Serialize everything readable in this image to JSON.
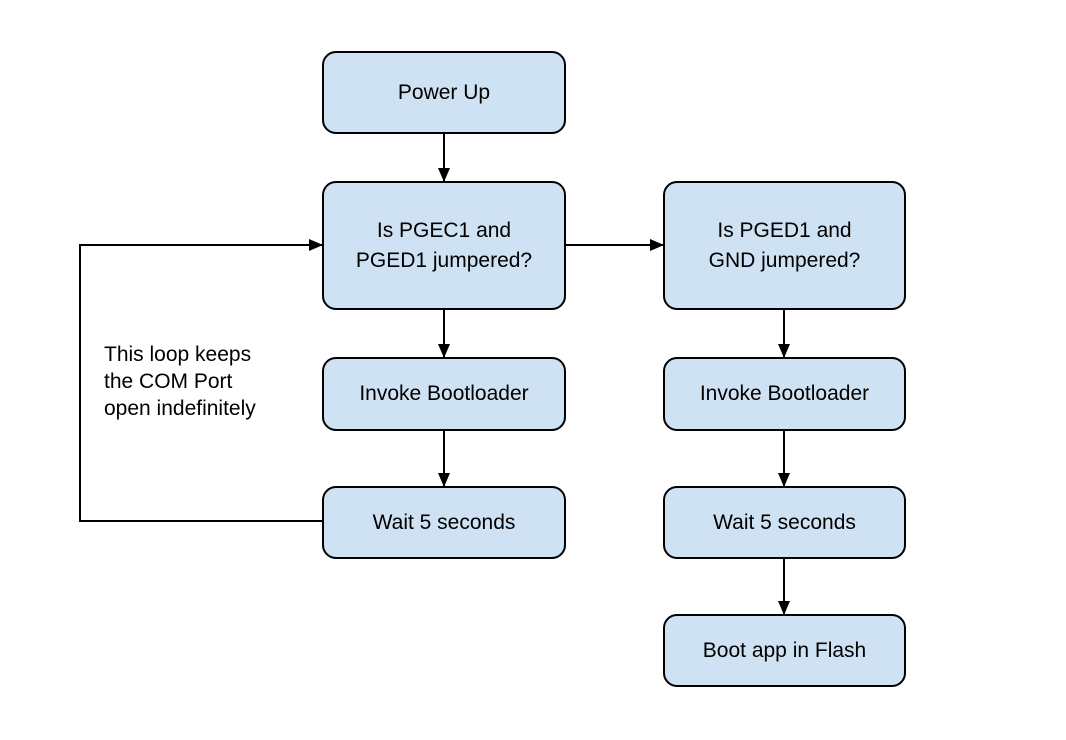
{
  "colors": {
    "node_fill": "#cfe2f3",
    "stroke": "#000000",
    "background": "#ffffff"
  },
  "nodes": {
    "power_up": {
      "lines": [
        "Power Up"
      ]
    },
    "check_pgec1": {
      "lines": [
        "Is PGEC1 and",
        "PGED1 jumpered?"
      ]
    },
    "check_pged1": {
      "lines": [
        "Is PGED1 and",
        "GND jumpered?"
      ]
    },
    "invoke_left": {
      "lines": [
        "Invoke Bootloader"
      ]
    },
    "invoke_right": {
      "lines": [
        "Invoke Bootloader"
      ]
    },
    "wait_left": {
      "lines": [
        "Wait 5 seconds"
      ]
    },
    "wait_right": {
      "lines": [
        "Wait 5 seconds"
      ]
    },
    "boot_app": {
      "lines": [
        "Boot app in Flash"
      ]
    }
  },
  "note": {
    "lines": [
      "This loop keeps",
      "the COM Port",
      "open indefinitely"
    ]
  }
}
